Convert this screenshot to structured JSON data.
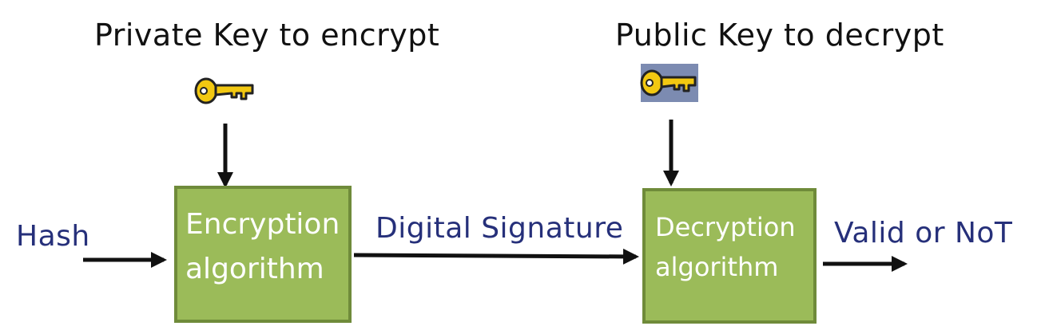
{
  "top_labels": {
    "private_key": "Private Key to encrypt",
    "public_key": "Public Key to decrypt"
  },
  "flow_labels": {
    "input": "Hash",
    "middle": "Digital Signature",
    "output": "Valid or NoT"
  },
  "boxes": {
    "encryption": {
      "line1": "Encryption",
      "line2": "algorithm"
    },
    "decryption": {
      "line1": "Decryption",
      "line2": "algorithm"
    }
  },
  "colors": {
    "box_fill": "#9bbb59",
    "box_border": "#6f8b3a",
    "label_text": "#26307a",
    "key_gold": "#f2c811",
    "public_key_background": "#7c8bb1"
  },
  "icons": {
    "private_key": "key-icon",
    "public_key": "key-icon"
  }
}
